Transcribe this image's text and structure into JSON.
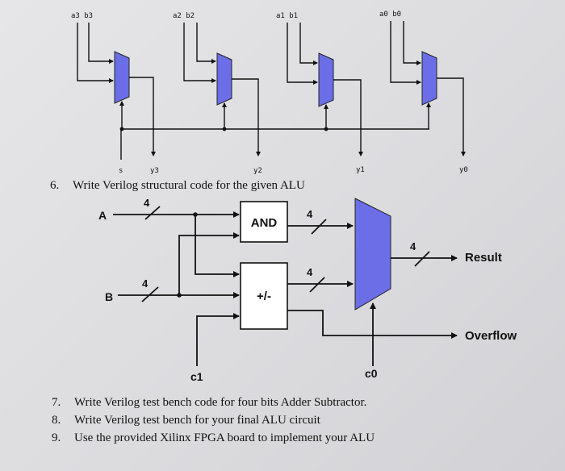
{
  "mux_chain": {
    "input_labels": [
      "a3 b3",
      "a2 b2",
      "a1 b1",
      "a0 b0"
    ],
    "select_label": "s",
    "output_labels": [
      "y3",
      "y2",
      "y1",
      "y0"
    ]
  },
  "question6": {
    "number": "6.",
    "text": "Write Verilog structural code for the given ALU"
  },
  "alu": {
    "input_a": "A",
    "input_b": "B",
    "bus_width": "4",
    "and_label": "AND",
    "addsub_label": "+/-",
    "control_c1": "c1",
    "control_c0": "c0",
    "result_label": "Result",
    "overflow_label": "Overflow"
  },
  "questions": [
    {
      "number": "7.",
      "text": "Write Verilog test bench code for four bits Adder Subtractor."
    },
    {
      "number": "8.",
      "text": "Write Verilog test bench for your final ALU circuit"
    },
    {
      "number": "9.",
      "text": "Use the provided Xilinx FPGA board to implement your ALU"
    }
  ]
}
